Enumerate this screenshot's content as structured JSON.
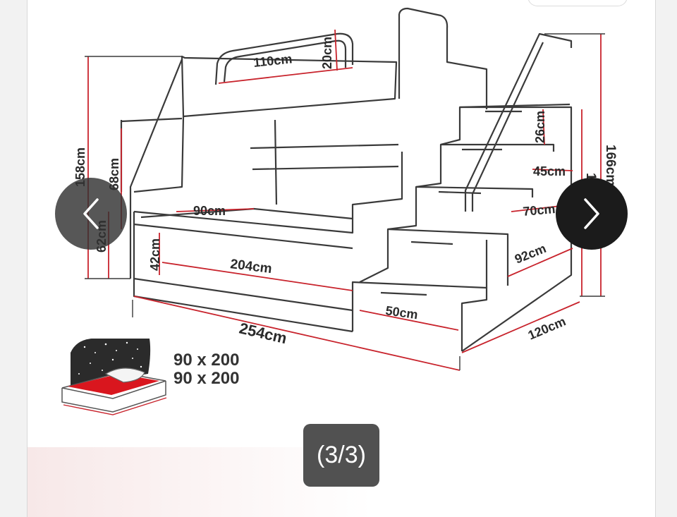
{
  "gallery": {
    "counter_text": "(3/3)",
    "prev_icon": "chevron-left-icon",
    "next_icon": "chevron-right-icon"
  },
  "drawing": {
    "dimensions": {
      "top_rail_length": "110cm",
      "top_rail_height": "20cm",
      "left_total_height": "158cm",
      "lower_bunk_height": "68cm",
      "side_height": "62cm",
      "drawer_height": "42cm",
      "lower_width": "90cm",
      "inner_length": "204cm",
      "total_length": "254cm",
      "stair_step": "26cm",
      "stair_depth_45": "45cm",
      "stair_depth_70": "70cm",
      "stair_depth_92": "92cm",
      "stair_bottom": "50cm",
      "total_width": "120cm",
      "total_height": "166cm",
      "mid_height": "119"
    },
    "mattress_sizes": [
      "90 x 200",
      "90 x 200"
    ]
  },
  "colors": {
    "dimension_line": "#c8232c",
    "outline": "#3a3a3a",
    "mattress": "#d9161e",
    "counter_bg": "#515151"
  }
}
